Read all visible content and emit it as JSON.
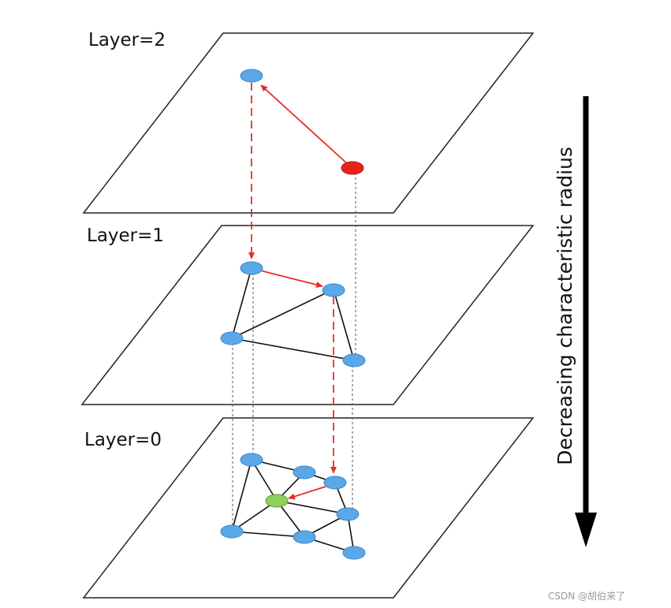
{
  "layers": [
    {
      "label": "Layer=2"
    },
    {
      "label": "Layer=1"
    },
    {
      "label": "Layer=0"
    }
  ],
  "arrow_label": "Decreasing characteristic radius",
  "watermark": "CSDN @胡伯来了",
  "colors": {
    "node": "#5aa8e8",
    "node_stroke": "#3b86c8",
    "entry_node": "#e8231a",
    "target_node": "#8fcf5a",
    "search_path": "#e3302a",
    "edge": "#111111",
    "projection": "#555555"
  }
}
